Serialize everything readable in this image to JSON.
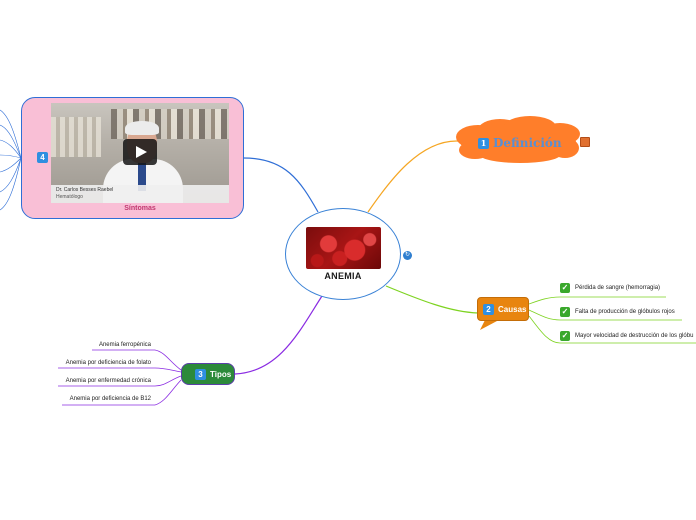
{
  "central": {
    "label": "ANEMIA"
  },
  "definicion": {
    "number": "1",
    "label": "Definición",
    "color": "#ff7e2a"
  },
  "causas": {
    "number": "2",
    "label": "Causas",
    "items": [
      "Pérdida de sangre (hemorragia)",
      "Falta de producción de glóbulos rojos",
      "Mayor velocidad de destrucción de los glóbu"
    ]
  },
  "tipos": {
    "number": "3",
    "label": "Tipos",
    "items": [
      "Anemia ferropénica",
      "Anemia por deficiencia de folato",
      "Anemia por enfermedad crónica",
      "Anemia por deficiencia de B12"
    ]
  },
  "sintomas": {
    "number": "4",
    "label": "Síntomas",
    "video": {
      "caption_name": "Dr. Carlos Besses Raebel",
      "caption_role": "Hematólogo"
    }
  },
  "colors": {
    "central_border": "#3a82d6",
    "definicion_branch": "#f5a623",
    "causas_branch": "#7ed321",
    "tipos_branch": "#8a2be2",
    "sintomas_branch": "#2f6ed6"
  }
}
